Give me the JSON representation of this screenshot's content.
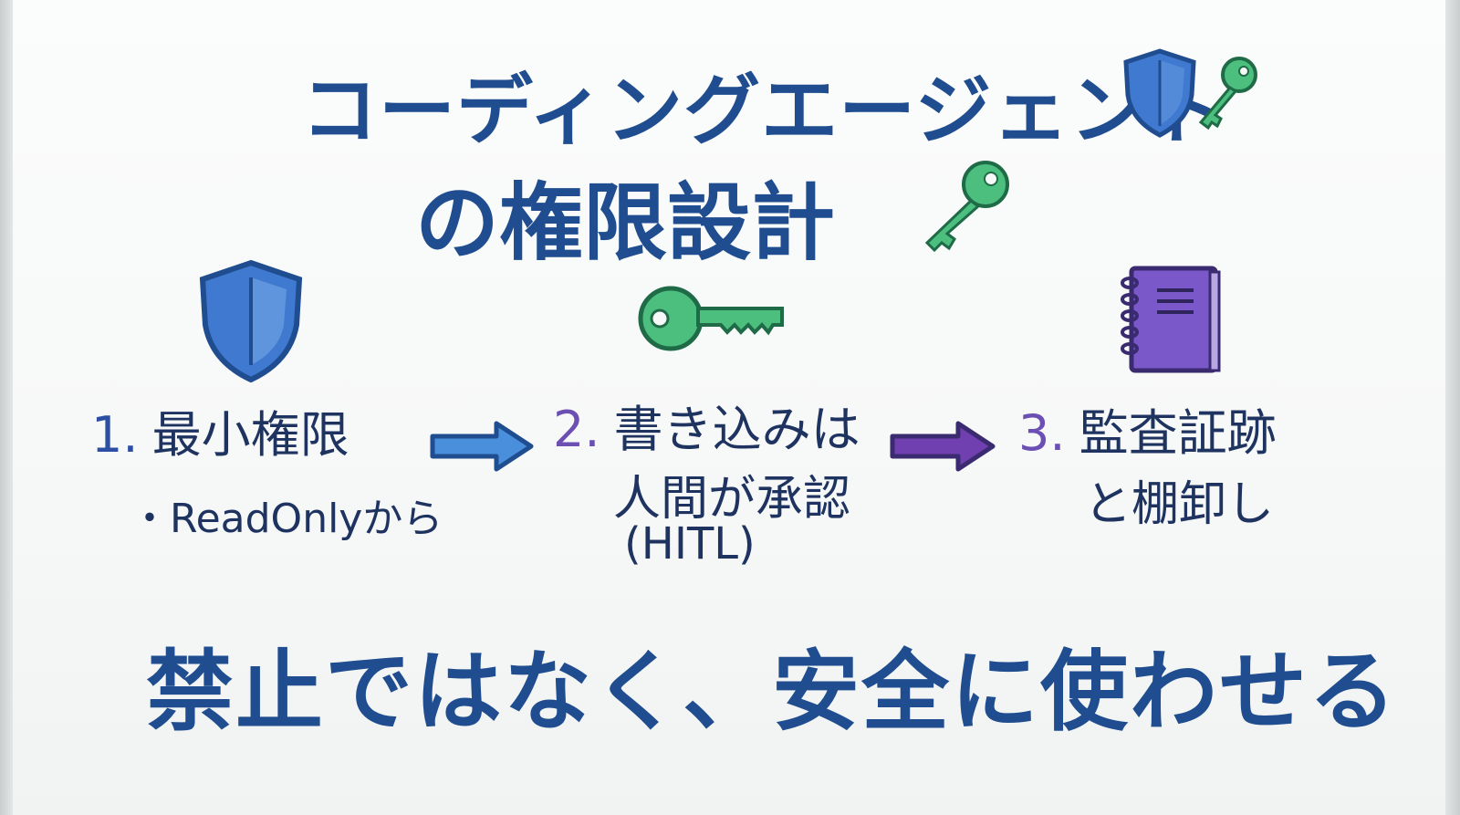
{
  "title": {
    "line1": "コーディングエージェント",
    "line2": "の権限設計"
  },
  "steps": [
    {
      "number": "1.",
      "lines": [
        "最小権限"
      ],
      "bullet": "・ReadOnlyから"
    },
    {
      "number": "2.",
      "lines": [
        "書き込みは",
        "人間が承認",
        "(HITL)"
      ]
    },
    {
      "number": "3.",
      "lines": [
        "監査証跡",
        "と棚卸し"
      ]
    }
  ],
  "slogan": "禁止ではなく、安全に使わせる",
  "icons": [
    "shield-icon",
    "key-icon",
    "notebook-icon",
    "arrow-right-icon"
  ],
  "colors": {
    "ink_blue": "#1f4d8f",
    "shield_blue": "#3b74c6",
    "key_green": "#4cbf7e",
    "notebook_purple": "#7b58c9",
    "arrow_purple": "#7040b0"
  }
}
